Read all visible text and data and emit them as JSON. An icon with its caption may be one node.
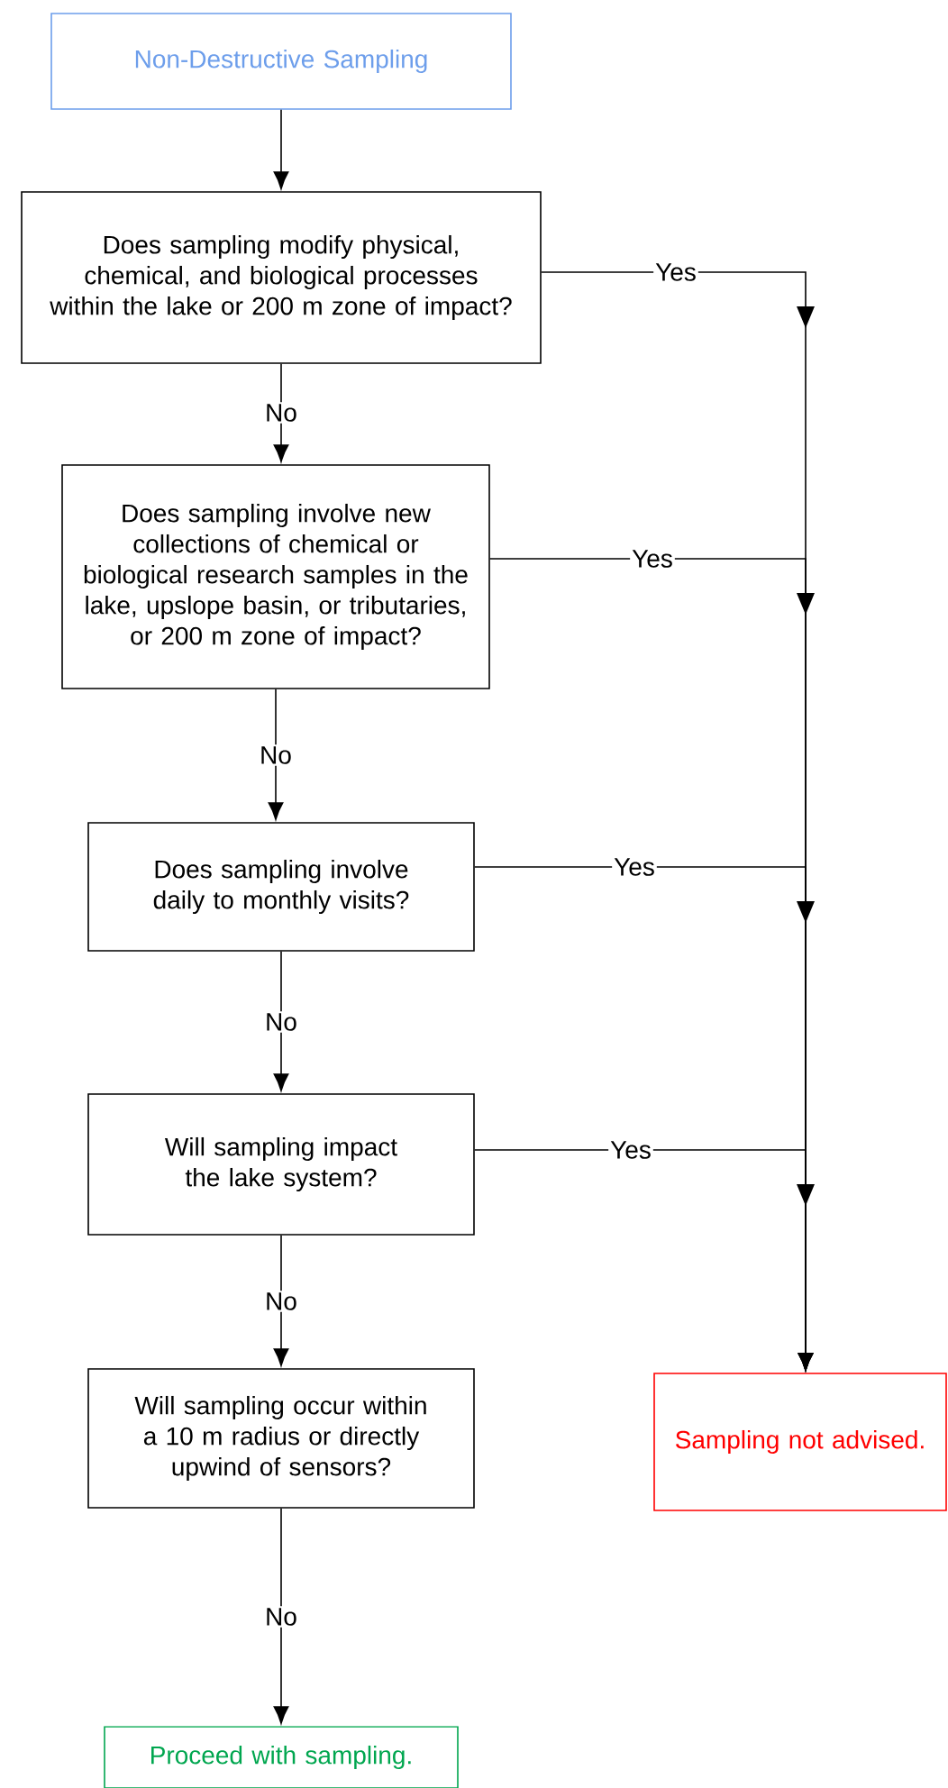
{
  "diagram": {
    "nodes": [
      {
        "text": [
          "Non-Destructive Sampling"
        ]
      },
      {
        "text": [
          "Does sampling modify physical, chemical, and biological processes within the lake or 200 m zone of impact?"
        ]
      },
      {
        "text": [
          "Does sampling involve new collections of chemical or biological research samples in the lake, upslope basin, or tributaries, or 200 m zone of impact?"
        ]
      },
      {
        "text": [
          "Does sampling involve daily to monthly visits?"
        ]
      },
      {
        "text": [
          "Will sampling impact the lake system?"
        ]
      },
      {
        "text": [
          "Will sampling occur within a 10 m radius or directly upwind of sensors?"
        ]
      },
      {
        "text": [
          "Sampling not advised."
        ]
      },
      {
        "text": [
          "Proceed with sampling."
        ]
      }
    ],
    "edges": [
      {
        "from": 0,
        "to": 1,
        "arrow": "to"
      },
      {
        "from": 1,
        "to": 2,
        "arrow": "to",
        "label": "No"
      },
      {
        "from": 2,
        "to": 3,
        "arrow": "to",
        "label": "No"
      },
      {
        "from": 3,
        "to": 4,
        "arrow": "to",
        "label": "No"
      },
      {
        "from": 4,
        "to": 5,
        "arrow": "to",
        "label": "No"
      },
      {
        "from": 5,
        "to": 7,
        "arrow": "to",
        "label": "No"
      },
      {
        "from": 1,
        "to": 6,
        "arrow": "to",
        "label": "Yes"
      },
      {
        "from": 2,
        "to": 6,
        "arrow": "to",
        "label": "Yes"
      },
      {
        "from": 3,
        "to": 6,
        "arrow": "to",
        "label": "Yes"
      },
      {
        "from": 4,
        "to": 6,
        "arrow": "to",
        "label": "Yes"
      }
    ]
  }
}
